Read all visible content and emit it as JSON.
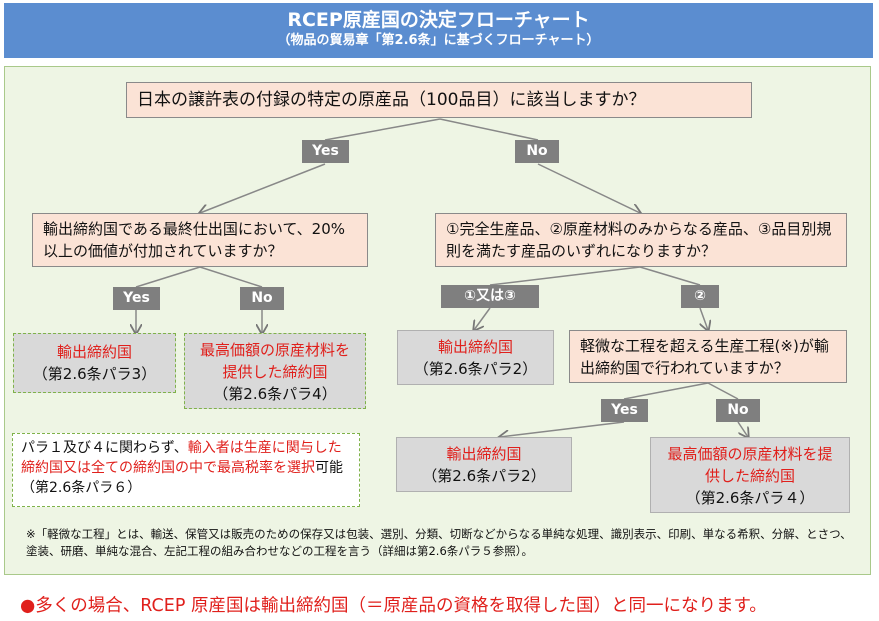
{
  "header": {
    "title": "RCEP原産国の決定フローチャート",
    "subtitle": "（物品の貿易章「第2.6条」に基づくフローチャート）"
  },
  "q1": "日本の譲許表の付録の特定の原産品（100品目）に該当しますか？",
  "q2": "輸出締約国である最終仕出国において、20%以上の価値が付加されていますか？",
  "q3": "①完全生産品、②原産材料のみからなる産品、③品目別規則を満たす産品のいずれになりますか？",
  "q4": "軽微な工程を超える生産工程(※)が輸出締約国で行われていますか？",
  "tags": {
    "yes1": "Yes",
    "no1": "No",
    "yes2": "Yes",
    "no2": "No",
    "opt13": "①又は③",
    "opt2": "②",
    "yes3": "Yes",
    "no3": "No"
  },
  "results": {
    "r1": {
      "red": "輸出締約国",
      "ref": "（第2.6条パラ3）"
    },
    "r2": {
      "red": "最高価額の原産材料を提供した締約国",
      "ref": "（第2.6条パラ4）"
    },
    "r3": {
      "red": "輸出締約国",
      "ref": "（第2.6条パラ2）"
    },
    "r4": {
      "red": "輸出締約国",
      "ref": "（第2.6条パラ2）"
    },
    "r5": {
      "red": "最高価額の原産材料を提供した締約国",
      "ref": "（第2.6条パラ４）"
    }
  },
  "note": {
    "part1": "パラ１及び４に関わらず、",
    "part2": "輸入者は生産に関与した締約国又は全ての締約国の中で最高税率を選択",
    "part3": "可能（第2.6条パラ６）"
  },
  "footnote": "※「軽微な工程」とは、輸送、保管又は販売のための保存又は包装、選別、分類、切断などからなる単純な処理、識別表示、印刷、単なる希釈、分解、とさつ、塗装、研磨、単純な混合、左記工程の組み合わせなどの工程を言う（詳細は第2.6条パラ５参照）。",
  "bottom": "●多くの場合、RCEP 原産国は輸出締約国（＝原産品の資格を取得した国）と同一になります。",
  "colors": {
    "header": "#5b8dd0",
    "panel": "#eef5e4",
    "question": "#fbe3d6",
    "tag": "#7f7f7f",
    "result": "#d9d9d9",
    "accent_red": "#e0201c"
  }
}
